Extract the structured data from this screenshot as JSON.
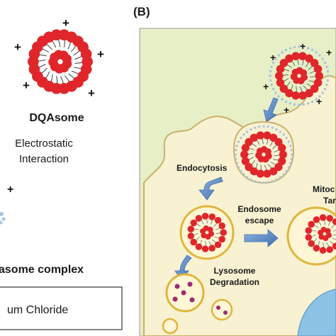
{
  "panel_b_label": "(B)",
  "left_panel": {
    "title": "DQAsome",
    "electrostatic_line1": "Electrostatic",
    "electrostatic_line2": "Interaction",
    "complex_label": "asome complex",
    "box_label": "um Chloride"
  },
  "cell_diagram": {
    "endocytosis": "Endocytosis",
    "endosome_escape_line1": "Endosome",
    "endosome_escape_line2": "escape",
    "lysosome_line1": "Lysosome",
    "lysosome_line2": "Degradation",
    "mito_line1": "Mitoc",
    "mito_line2": "Tar"
  },
  "charge_symbol": "+",
  "colors": {
    "cytoplasm": "#f8f1d2",
    "extracellular": "#e7efc6",
    "cell_border": "#c9b16a",
    "liposome_red": "#e0262a",
    "arrow_blue": "#5b8cc8",
    "lysosome_dot": "#a0296f",
    "nucleus": "#8cc3e4"
  }
}
